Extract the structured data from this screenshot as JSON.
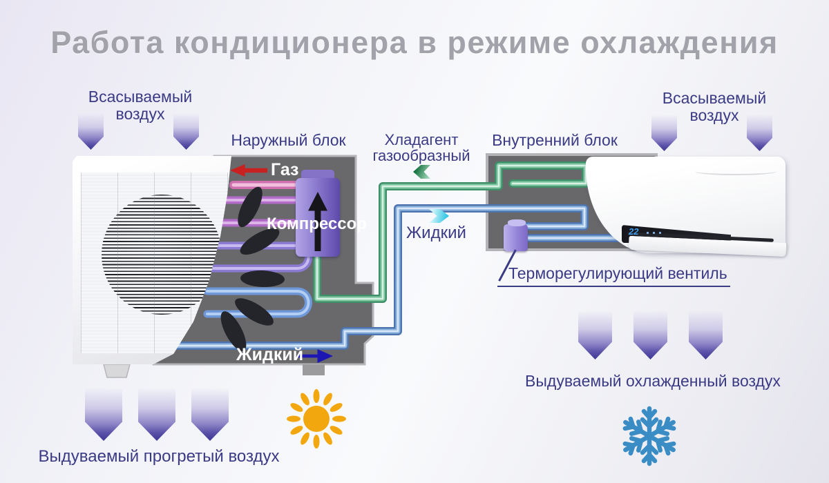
{
  "title": "Работа кондиционера в режиме охлаждения",
  "outdoor_unit": {
    "label": "Наружный блок",
    "gas_pipe_label": "Газ",
    "compressor_label": "Компрессор",
    "liquid_pipe_label": "Жидкий"
  },
  "indoor_unit": {
    "label": "Внутренний блок",
    "display_temperature": "22",
    "valve_label": "Терморегулирующий вентиль"
  },
  "lines": {
    "refrigerant_gas_label": "Хладагент\nгазообразный",
    "liquid_label": "Жидкий"
  },
  "air_flow": {
    "intake_left": "Всасываемый\nвоздух",
    "intake_right": "Всасываемый\nвоздух",
    "exhaust_warm": "Выдуваемый прогретый воздух",
    "exhaust_cold": "Выдуваемый охлажденный воздух"
  },
  "icons": {
    "sun": "sun-icon",
    "snowflake": "snowflake-icon",
    "air_arrow": "down-arrow-icon",
    "gas_flow": "left-arrow-icon",
    "liquid_flow": "right-arrow-icon",
    "compressor_flow": "up-arrow-icon"
  },
  "colors": {
    "accent_text": "#3b3a85",
    "title_text": "#a2a2aa",
    "air_arrow_dark": "#443c97",
    "red_arrow": "#c92020",
    "blue_arrow": "#1c16b2",
    "cyan_arrow": "#29c3e2",
    "green_arrow": "#1f7a4a",
    "gas_pipe_pink": "#cf6fae",
    "suction_pipe_green": "#3f8f68",
    "liquid_pipe_blue": "#4e74b0",
    "unit_gray": "#69696c",
    "unit_gray_edge": "#b6b6ba",
    "sun": "#f3a70e",
    "snowflake": "#3a8cc4",
    "display_digits": "#3fa0f0"
  }
}
